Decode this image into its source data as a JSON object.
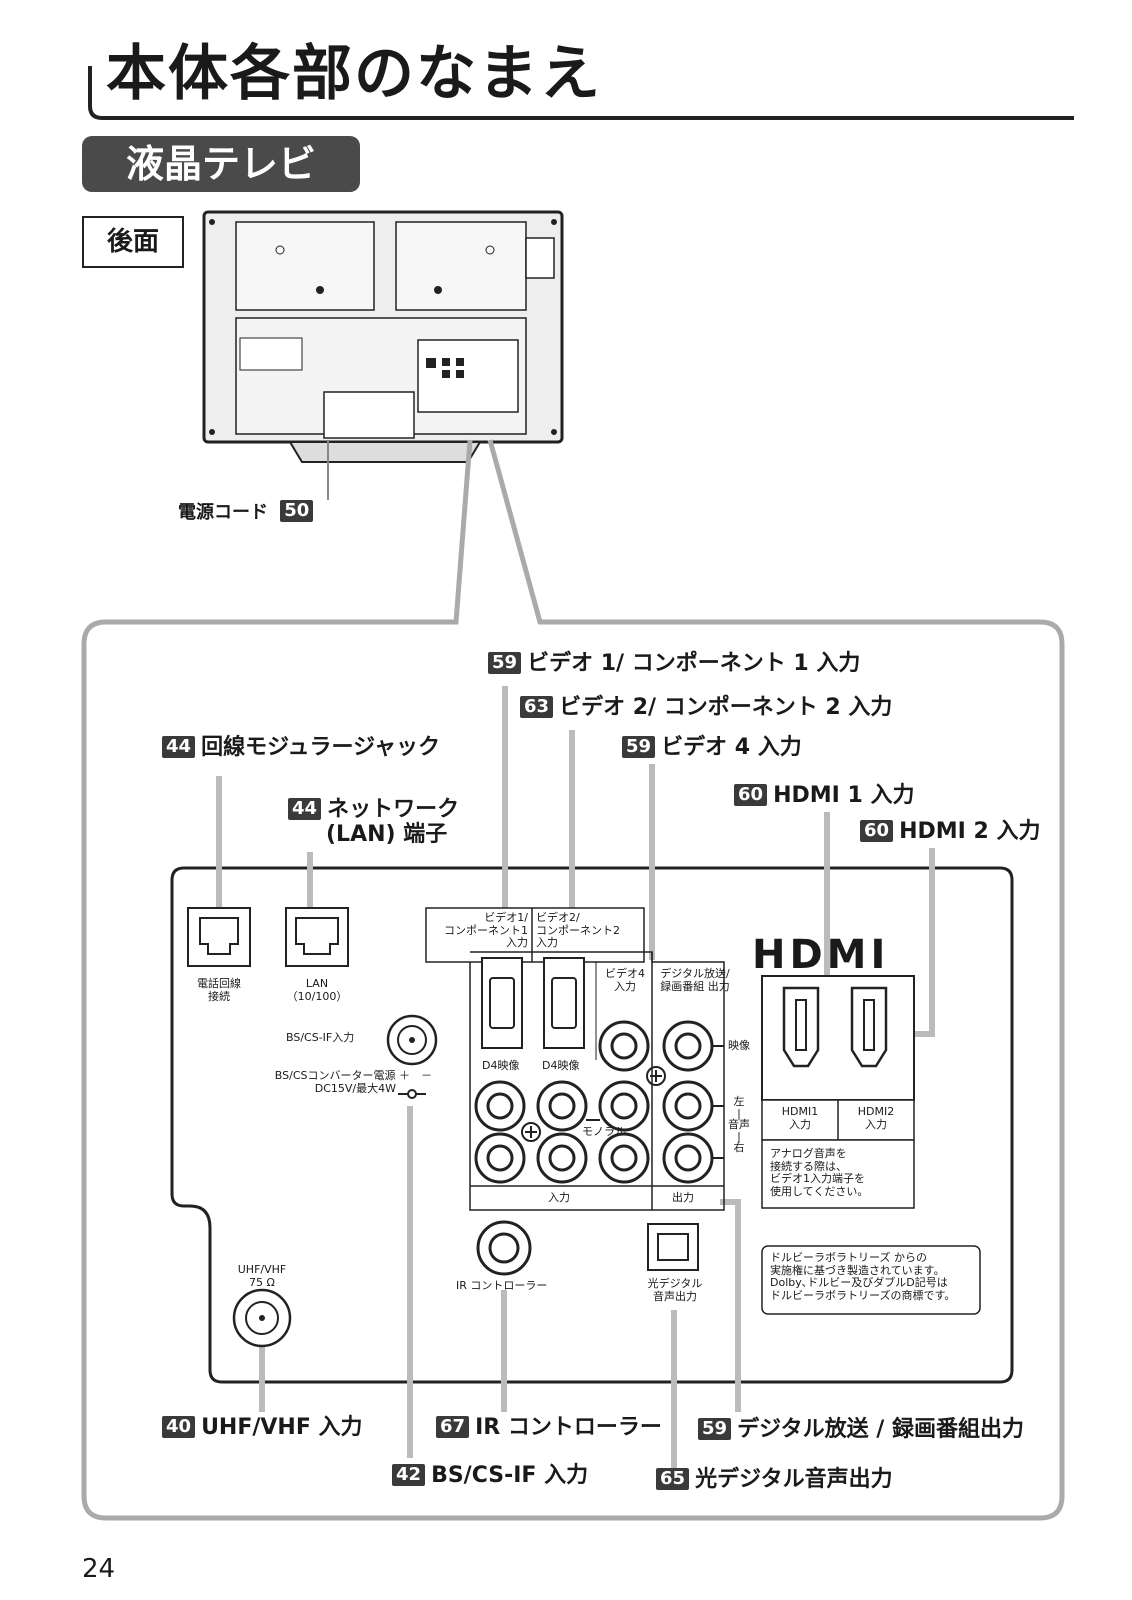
{
  "page_title": "本体各部のなまえ",
  "section": "液晶テレビ",
  "view_label": "後面",
  "power_cord": {
    "label": "電源コード",
    "ref": "50"
  },
  "callouts": {
    "video1": {
      "ref": "59",
      "label": "ビデオ 1/ コンポーネント 1 入力"
    },
    "video2": {
      "ref": "63",
      "label": "ビデオ 2/ コンポーネント 2 入力"
    },
    "video4": {
      "ref": "59",
      "label": "ビデオ 4 入力"
    },
    "modular": {
      "ref": "44",
      "label": "回線モジュラージャック"
    },
    "network_line1": {
      "ref": "44",
      "label": "ネットワーク"
    },
    "network_line2": "(LAN) 端子",
    "hdmi1": {
      "ref": "60",
      "label": "HDMI 1 入力"
    },
    "hdmi2": {
      "ref": "60",
      "label": "HDMI 2 入力"
    },
    "uhf": {
      "ref": "40",
      "label": "UHF/VHF 入力"
    },
    "ir": {
      "ref": "67",
      "label": "IR コントローラー"
    },
    "digital_out": {
      "ref": "59",
      "label": "デジタル放送 / 録画番組出力"
    },
    "bscs": {
      "ref": "42",
      "label": "BS/CS-IF 入力"
    },
    "optical": {
      "ref": "65",
      "label": "光デジタル音声出力"
    }
  },
  "panel": {
    "tel_label_1": "電話回線",
    "tel_label_2": "接続",
    "lan_label_1": "LAN",
    "lan_label_2": "（10/100）",
    "bs_label": "BS/CS-IF入力",
    "bs_power_1": "BS/CSコンバーター電源 ＋　－",
    "bs_power_2": "DC15V/最大4W",
    "hdr_v1_1": "ビデオ1/",
    "hdr_v1_2": "コンポーネント1",
    "hdr_v1_3": "入力",
    "hdr_v2_1": "ビデオ2/",
    "hdr_v2_2": "コンポーネント2",
    "hdr_v2_3": "入力",
    "hdr_v4_1": "ビデオ4",
    "hdr_v4_2": "入力",
    "hdr_dig_1": "デジタル放送/",
    "hdr_dig_2": "録画番組 出力",
    "d4_label": "D4映像",
    "video_label": "映像",
    "left_label": "左",
    "dash1": "|",
    "audio_label": "音声",
    "dash2": "|",
    "right_label": "右",
    "mono_label": "モノラル",
    "in_label": "入力",
    "out_label": "出力",
    "hdmi_logo": "HDMI",
    "hdmi1_1": "HDMI1",
    "hdmi1_2": "入力",
    "hdmi2_1": "HDMI2",
    "hdmi2_2": "入力",
    "hdmi_note": [
      "アナログ音声を",
      "接続する際は、",
      "ビデオ1入力端子を",
      "使用してください。"
    ],
    "ir_label": "IR コントローラー",
    "optical_1": "光デジタル",
    "optical_2": "音声出力",
    "dolby_note": [
      "ドルビーラボラトリーズ からの",
      "実施権に基づき製造されています。",
      "Dolby､ドルビー及びダブルD記号は",
      "ドルビーラボラトリーズの商標です。"
    ],
    "uhf_1": "UHF/VHF",
    "uhf_2": "75 Ω"
  },
  "page_number": "24"
}
